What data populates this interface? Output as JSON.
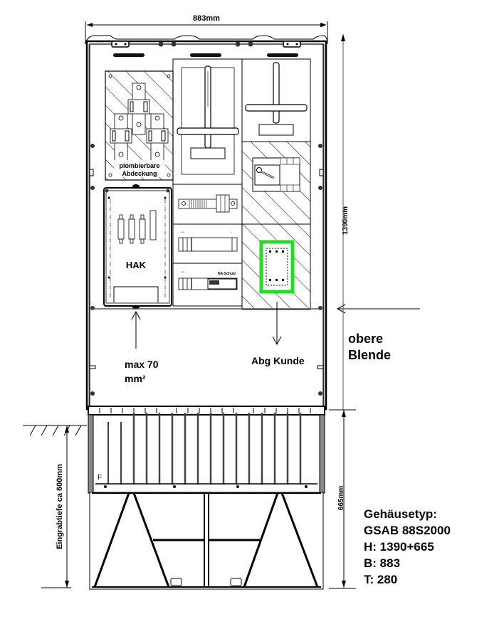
{
  "dimensions": {
    "width_label": "883mm",
    "upper_height_label": "1390mm",
    "lower_height_label": "665mm",
    "burial_depth_label": "Eingrabtiefe ca 600mm"
  },
  "components": {
    "sealable_cover_line1": "plombierbare",
    "sealable_cover_line2": "Abdeckung",
    "hak_label": "HAK",
    "na_protection_label": "NA-Schutz",
    "foot_marker": "F"
  },
  "annotations": {
    "max_cable_line1": "max 70",
    "max_cable_line2": "mm²",
    "customer_outlet": "Abg Kunde",
    "upper_panel_line1": "obere",
    "upper_panel_line2": "Blende"
  },
  "specs": {
    "type_label": "Gehäusetyp:",
    "model": "GSAB 88S2000",
    "height": "H: 1390+665",
    "width": "B: 883",
    "depth": "T: 280"
  },
  "colors": {
    "line": "#000000",
    "hatch": "#000000",
    "highlight_green": "#22dd22",
    "frame_gray": "#555555"
  }
}
